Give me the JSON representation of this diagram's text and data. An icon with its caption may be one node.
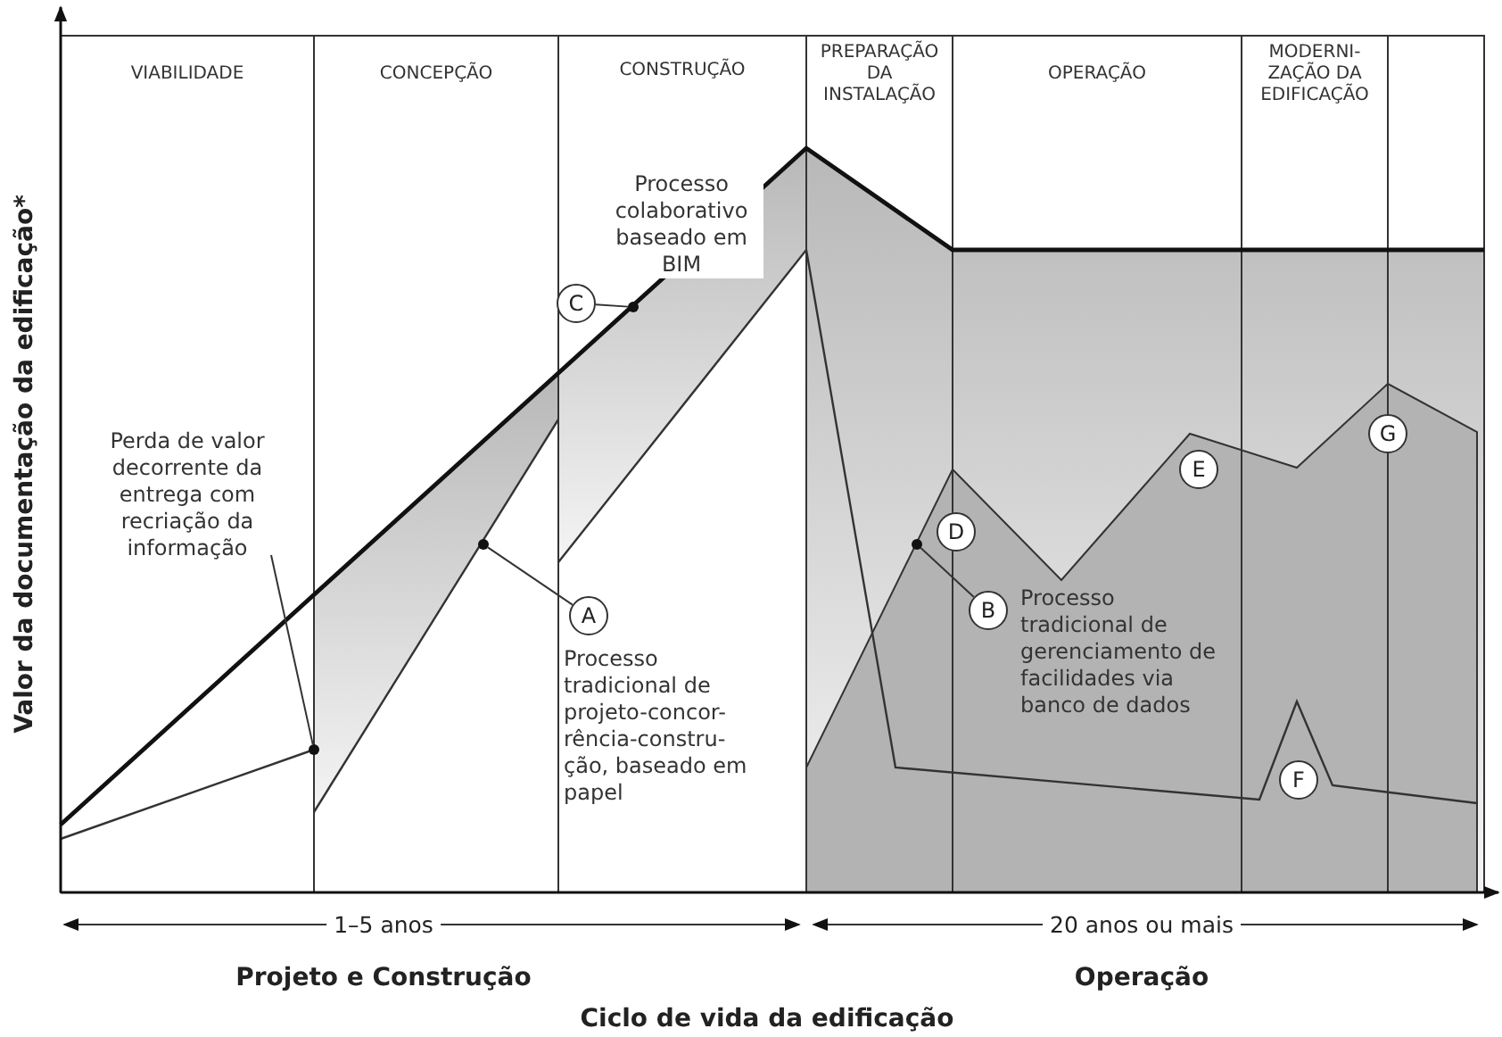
{
  "diagram": {
    "nodes": [
      {
        "text": [
          "Perda de valor decorrente da entrega com recriação da informação"
        ]
      },
      {
        "text": [
          "C"
        ],
        "beside": [
          "Processo colaborativo baseado em BIM"
        ]
      },
      {
        "text": [
          "A"
        ],
        "beside": [
          "Processo tradicional de projeto-concor- rência-constru- ção, baseado em papel"
        ]
      },
      {
        "text": [
          "B"
        ],
        "beside": [
          "Processo tradicional de gerenciamento de facilidades via banco de dados"
        ]
      },
      {
        "text": [
          "D"
        ]
      },
      {
        "text": [
          "E"
        ]
      },
      {
        "text": [
          "F"
        ]
      },
      {
        "text": [
          "G"
        ]
      },
      {
        "text": [],
        "shape": "circle"
      },
      {
        "text": [],
        "shape": "circle"
      },
      {
        "text": [],
        "shape": "circle"
      },
      {
        "text": [],
        "shape": "circle"
      }
    ],
    "edges": [
      {
        "from": 0,
        "to": 8,
        "arrow": "none"
      },
      {
        "from": 1,
        "to": 10,
        "arrow": "none"
      },
      {
        "from": 2,
        "to": 9,
        "arrow": "none"
      },
      {
        "from": 3,
        "to": 11,
        "arrow": "none"
      }
    ],
    "labels": [
      "VIABILIDADE",
      "CONCEPÇÃO",
      "CONSTRUÇÃO",
      "PREPARAÇÃO DA INSTALAÇÃO",
      "OPERAÇÃO",
      "MODERNI- ZAÇÃO DA EDIFICAÇÃO",
      "Valor da documentação da edificação*",
      "1–5 anos",
      "20 anos ou mais",
      "Projeto e Construção",
      "Operação",
      "Ciclo de vida da edificação"
    ]
  }
}
